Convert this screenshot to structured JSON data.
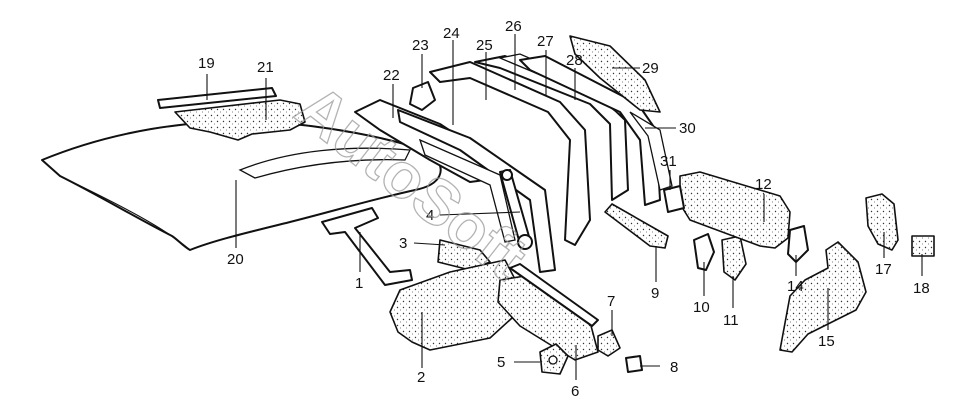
{
  "diagram": {
    "watermark": "AutoSoft",
    "callouts": [
      "1",
      "2",
      "3",
      "4",
      "5",
      "6",
      "7",
      "8",
      "9",
      "10",
      "11",
      "12",
      "14",
      "15",
      "17",
      "18",
      "19",
      "20",
      "21",
      "22",
      "23",
      "24",
      "25",
      "26",
      "27",
      "28",
      "29",
      "30",
      "31"
    ]
  }
}
